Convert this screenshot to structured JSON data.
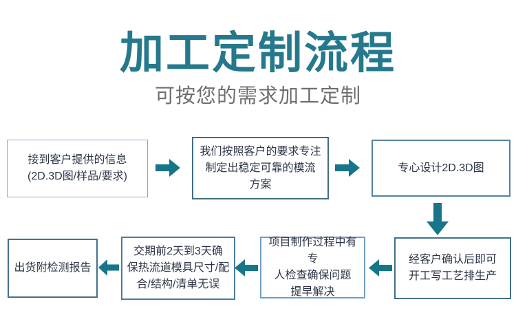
{
  "header": {
    "title": "加工定制流程",
    "subtitle": "可按您的需求加工定制"
  },
  "colors": {
    "title_teal": "#26798C",
    "subtitle_gray": "#6E6E6E",
    "arrow_teal": "#17758A",
    "box_text": "#2C3547",
    "border_light_blue": "#86ABD1",
    "border_dark_teal": "#3F6E80",
    "border_steel_blue": "#4A7D9E"
  },
  "icons": {
    "arrow_right": "arrow-right-icon",
    "arrow_down": "arrow-down-icon",
    "arrow_left": "arrow-left-icon"
  },
  "flow": {
    "steps": [
      {
        "id": 1,
        "text": "接到客户提供的信息\n(2D.3D图/样品/要求)"
      },
      {
        "id": 2,
        "text": "我们按照客户的要求专注\n制定出稳定可靠的模流\n方案"
      },
      {
        "id": 3,
        "text": "专心设计2D.3D图"
      },
      {
        "id": 4,
        "text": "经客户确认后即可\n开工写工艺排生产"
      },
      {
        "id": 5,
        "text": "项目制作过程中有专\n人检查确保问题\n提早解决"
      },
      {
        "id": 6,
        "text": "交期前2天到3天确\n保热流道模具尺寸/配\n合/结构/清单无误"
      },
      {
        "id": 7,
        "text": "出货附检测报告"
      }
    ]
  }
}
